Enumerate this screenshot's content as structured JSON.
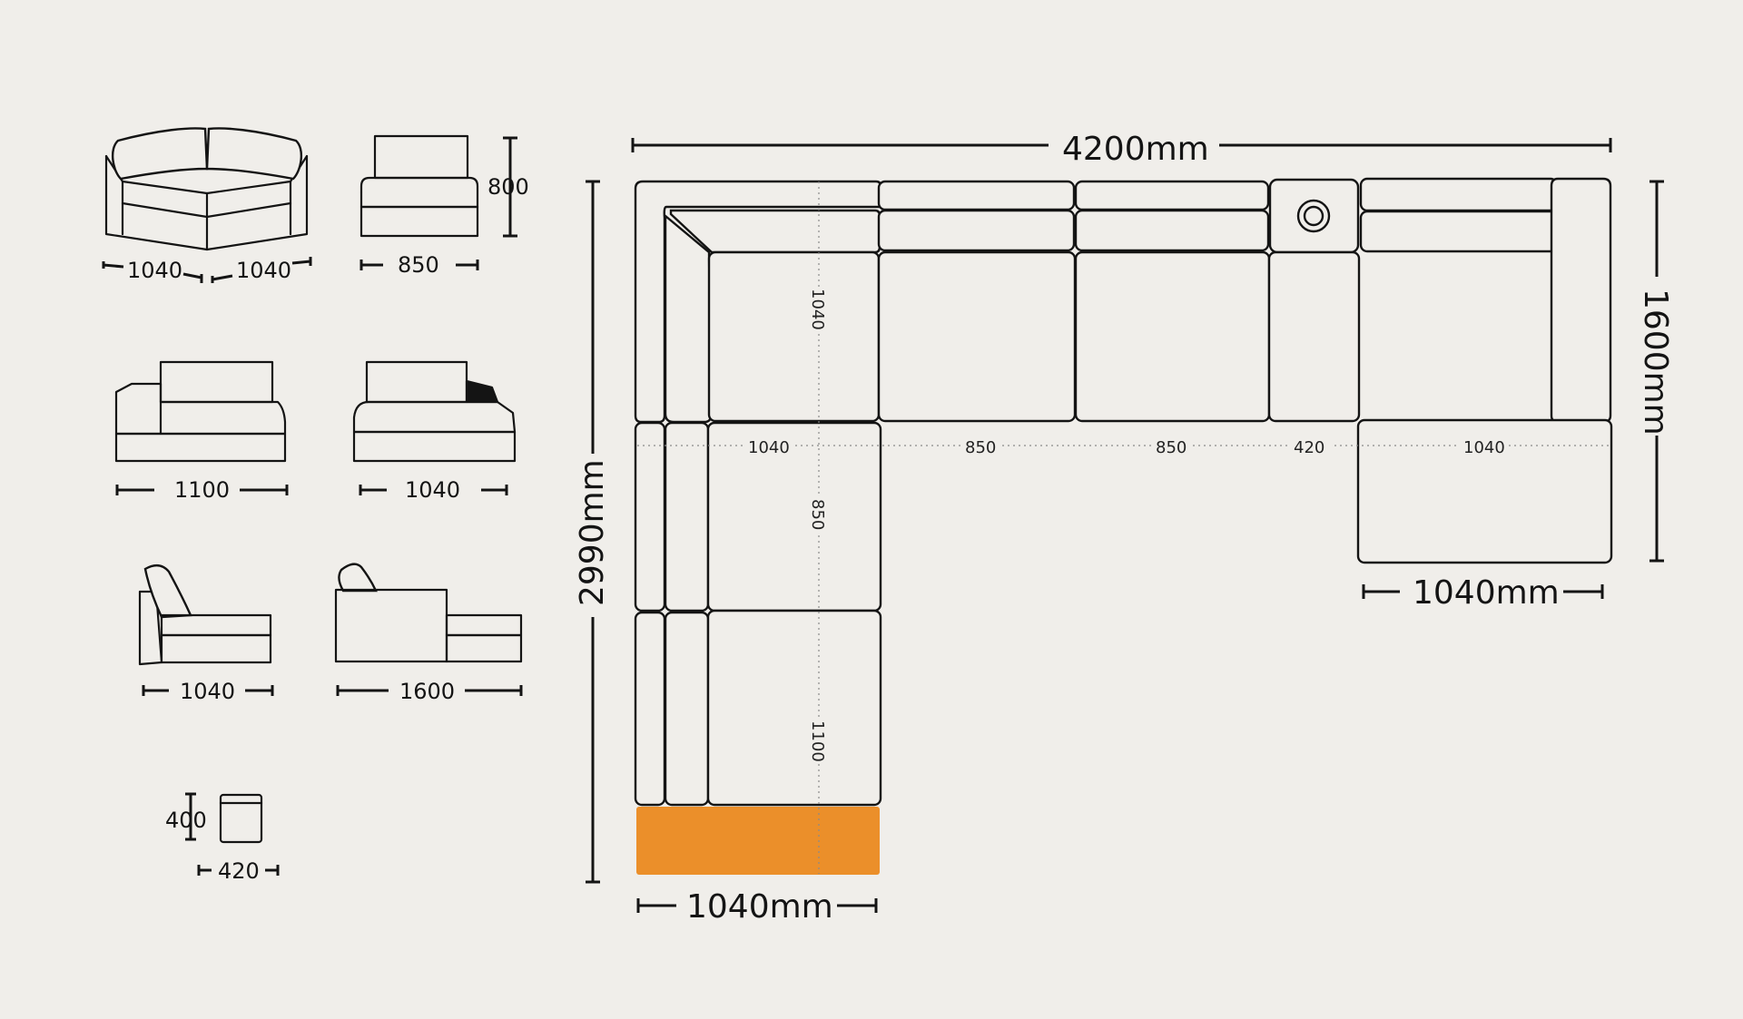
{
  "modules": {
    "corner": {
      "dim_left": "1040",
      "dim_right": "1040"
    },
    "armless": {
      "width": "850",
      "height": "800"
    },
    "arm_left": {
      "width": "1100"
    },
    "arm_right": {
      "width": "1040"
    },
    "side_small": {
      "width": "1040"
    },
    "side_long": {
      "width": "1600"
    },
    "ottoman": {
      "height": "400",
      "width": "420"
    }
  },
  "layout": {
    "total_width": "4200mm",
    "total_depth_left": "2990mm",
    "total_depth_right": "1600mm",
    "chaise_width": "1040mm",
    "bottom_width": "1040mm",
    "seg_1": "1040",
    "seg_2": "850",
    "seg_3": "850",
    "seg_4": "420",
    "seg_5": "1040",
    "vert_1": "1040",
    "vert_2": "850",
    "vert_3": "1100"
  },
  "colors": {
    "ottoman_highlight": "#eb8f2a",
    "background": "#f0eeea",
    "line": "#141414"
  }
}
